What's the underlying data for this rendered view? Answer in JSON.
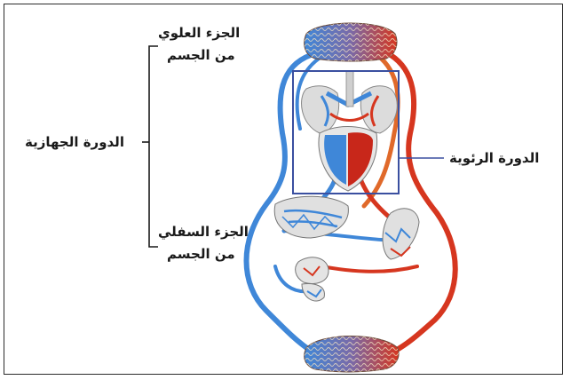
{
  "labels": {
    "upper_body_line1": "الجزء العلوي",
    "upper_body_line2": "من الجسم",
    "lower_body_line1": "الجزء السفلي",
    "lower_body_line2": "من الجسم",
    "systemic_circulation": "الدورة الجهازية",
    "pulmonary_circulation": "الدورة الرئوية"
  },
  "colors": {
    "oxygenated": "#d6361f",
    "deoxygenated": "#3f87d8",
    "highlight_box": "#3a4fa0",
    "bracket": "#1a1a1a"
  }
}
